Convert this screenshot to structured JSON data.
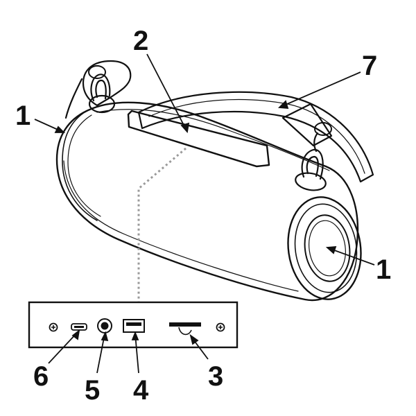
{
  "diagram": {
    "callouts": {
      "left_end": "1",
      "top_panel": "2",
      "strap": "7",
      "right_end": "1",
      "card_slot": "3",
      "usb_port": "4",
      "audio_jack": "5",
      "micro_usb_port": "6"
    },
    "colors": {
      "ink": "#111111",
      "leader_dotted": "#9a9a9a",
      "background": "#ffffff"
    }
  }
}
